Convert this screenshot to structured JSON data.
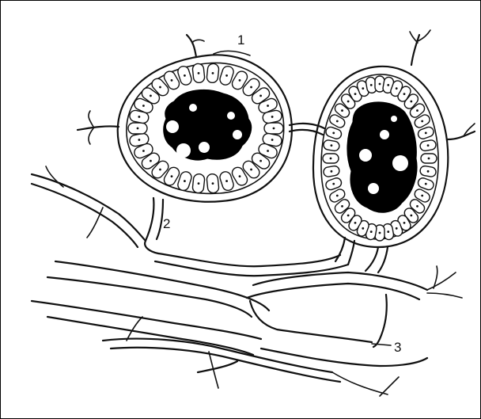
{
  "labels": {
    "label_1": "1",
    "label_2": "2",
    "label_3": "3"
  },
  "colors": {
    "ink": "#111111",
    "background": "#ffffff",
    "frame": "#000000"
  }
}
